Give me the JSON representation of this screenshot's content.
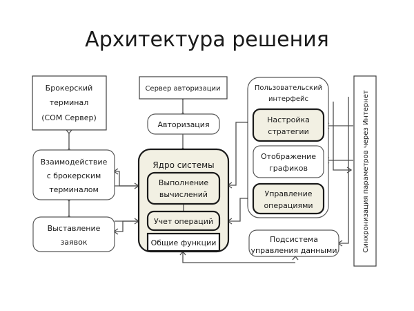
{
  "page": {
    "title": "Архитектура решения",
    "background_color": "#ffffff",
    "accent_fill": "#f2f0e3",
    "plain_fill": "#ffffff",
    "stroke_color": "#595959",
    "thick_stroke_color": "#1a1a1a",
    "connector_color": "#4d4d4d"
  },
  "nodes": {
    "broker_terminal": {
      "line1": "Брокерский",
      "line2": "терминал",
      "line3": "(COM Сервер)",
      "shape": "rectangle",
      "fill": "#ffffff"
    },
    "broker_interaction": {
      "line1": "Взаимодействие",
      "line2": "с брокерским",
      "line3": "терминалом",
      "shape": "rounded-rectangle",
      "fill": "#ffffff"
    },
    "order_placement": {
      "line1": "Выставление",
      "line2": "заявок",
      "shape": "rounded-rectangle",
      "fill": "#ffffff"
    },
    "auth_server": {
      "line1": "Сервер авторизации",
      "shape": "rectangle",
      "fill": "#ffffff"
    },
    "authorization": {
      "line1": "Авторизация",
      "shape": "rounded-rectangle",
      "fill": "#ffffff"
    },
    "system_core": {
      "title": "Ядро системы",
      "shape": "rounded-rectangle",
      "fill": "#f2f0e3"
    },
    "computation": {
      "line1": "Выполнение",
      "line2": "вычислений",
      "shape": "rounded-rectangle",
      "fill": "#f2f0e3"
    },
    "operations_accounting": {
      "line1": "Учет операций",
      "shape": "rounded-rectangle",
      "fill": "#f2f0e3"
    },
    "common_functions": {
      "line1": "Общие функции",
      "shape": "rectangle",
      "fill": "#ffffff"
    },
    "user_interface": {
      "title_line1": "Пользовательский",
      "title_line2": "интерфейс",
      "shape": "rounded-rectangle",
      "fill": "#ffffff"
    },
    "strategy_settings": {
      "line1": "Настройка",
      "line2": "стратегии",
      "shape": "rounded-rectangle",
      "fill": "#f2f0e3"
    },
    "chart_display": {
      "line1": "Отображение",
      "line2": "графиков",
      "shape": "rounded-rectangle",
      "fill": "#ffffff"
    },
    "operations_management": {
      "line1": "Управление",
      "line2": "операциями",
      "shape": "rounded-rectangle",
      "fill": "#f2f0e3"
    },
    "data_subsystem": {
      "line1": "Подсистема",
      "line2": "управления данными",
      "shape": "rounded-rectangle",
      "fill": "#ffffff"
    },
    "internet_sync": {
      "line1": "Синхронизация параметров через Интернет",
      "shape": "rectangle-vertical-text",
      "fill": "#ffffff"
    }
  }
}
